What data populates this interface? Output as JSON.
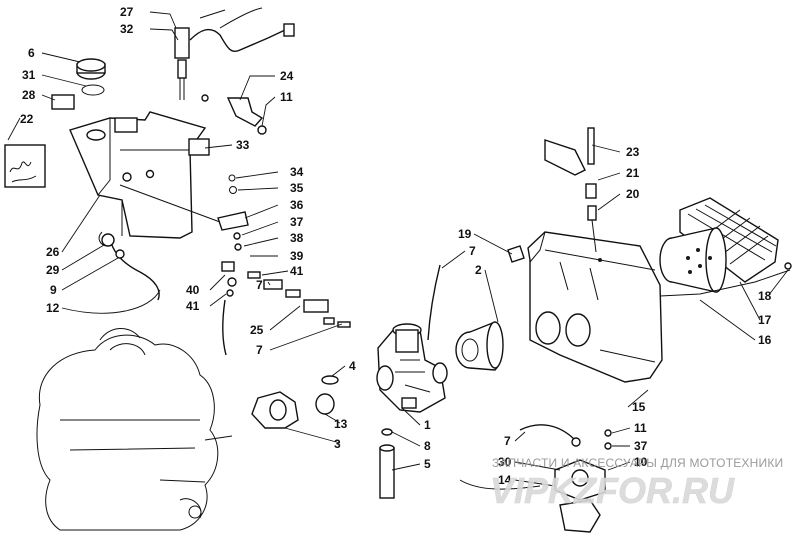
{
  "watermark": {
    "tagline": "ЗАПЧАСТИ И АКСЕССУАРЫ ДЛЯ МОТОТЕХНИКИ",
    "logo_text": "VIPKZFOR.RU",
    "logo_color": "#d9d9d9"
  },
  "callouts": [
    "27",
    "32",
    "6",
    "31",
    "28",
    "22",
    "24",
    "11",
    "33",
    "34",
    "35",
    "36",
    "37",
    "38",
    "39",
    "41",
    "40",
    "41",
    "26",
    "29",
    "9",
    "12",
    "7",
    "25",
    "7",
    "23",
    "21",
    "20",
    "19",
    "7",
    "2",
    "18",
    "17",
    "16",
    "4",
    "13",
    "3",
    "1",
    "8",
    "5",
    "15",
    "11",
    "37",
    "10",
    "30",
    "14",
    "7"
  ]
}
